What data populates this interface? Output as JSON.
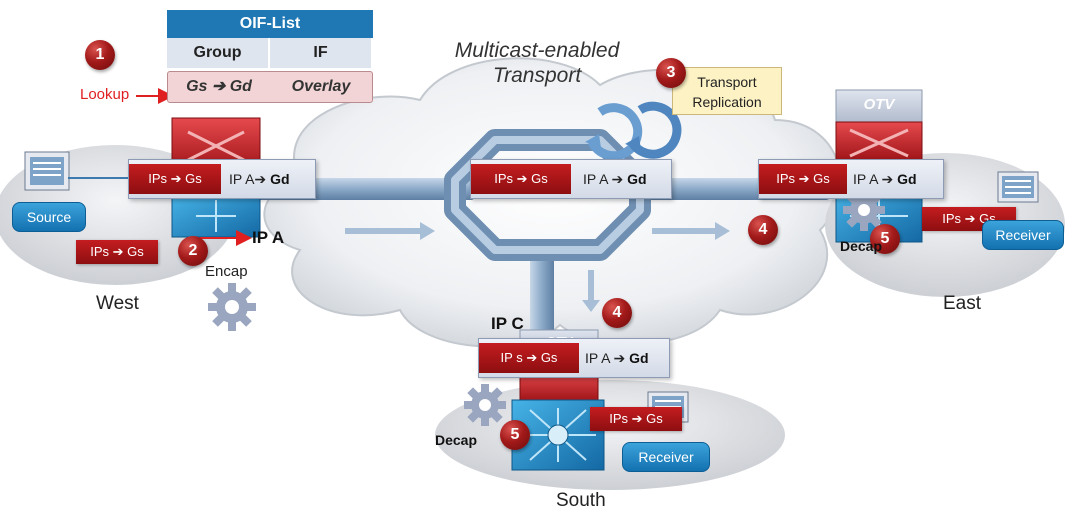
{
  "oif_list": {
    "title": "OIF-List",
    "col_group": "Group",
    "col_if": "IF",
    "row_group": "Gs ➔ Gd",
    "row_if": "Overlay"
  },
  "transport": {
    "title_line1": "Multicast-enabled",
    "title_line2": "Transport"
  },
  "replication": {
    "line1": "Transport",
    "line2": "Replication"
  },
  "steps": {
    "s1": "1",
    "s2": "2",
    "s3": "3",
    "s4": "4",
    "s5": "5"
  },
  "lookup_label": "Lookup",
  "encap_label": "Encap",
  "decap_label": "Decap",
  "ip_a_label": "IP A",
  "ip_c_label": "IP C",
  "otv_label": "OTV",
  "headers": {
    "west": {
      "inner": "IPs ➔ Gs",
      "outer_ip": "IP A➔",
      "outer_group": "Gd"
    },
    "core": {
      "inner": "IPs ➔ Gs",
      "outer_ip": "IP A ➔",
      "outer_group": "Gd"
    },
    "east": {
      "inner": "IPs ➔ Gs",
      "outer_ip": "IP A ➔",
      "outer_group": "Gd"
    },
    "south": {
      "inner": "IP s ➔ Gs",
      "outer_ip": "IP A ➔",
      "outer_group": "Gd"
    }
  },
  "packets": {
    "west_source": "IPs ➔ Gs",
    "east_receiver": "IPs ➔ Gs",
    "south_receiver": "IPs ➔ Gs"
  },
  "sites": {
    "west": "West",
    "east": "East",
    "south": "South"
  },
  "hosts": {
    "source": "Source",
    "receiver_east": "Receiver",
    "receiver_south": "Receiver"
  },
  "colors": {
    "badge_red": "#a31a1a",
    "packet_red": "#b01518",
    "pill_blue": "#1f86c7",
    "tube_blue": "#8fb0d0",
    "oif_header": "#1f78b4"
  },
  "icons": [
    "switch-icon",
    "server-icon",
    "gear-icon",
    "replication-arrows-icon",
    "cloud-icon",
    "octagon-router-icon"
  ]
}
